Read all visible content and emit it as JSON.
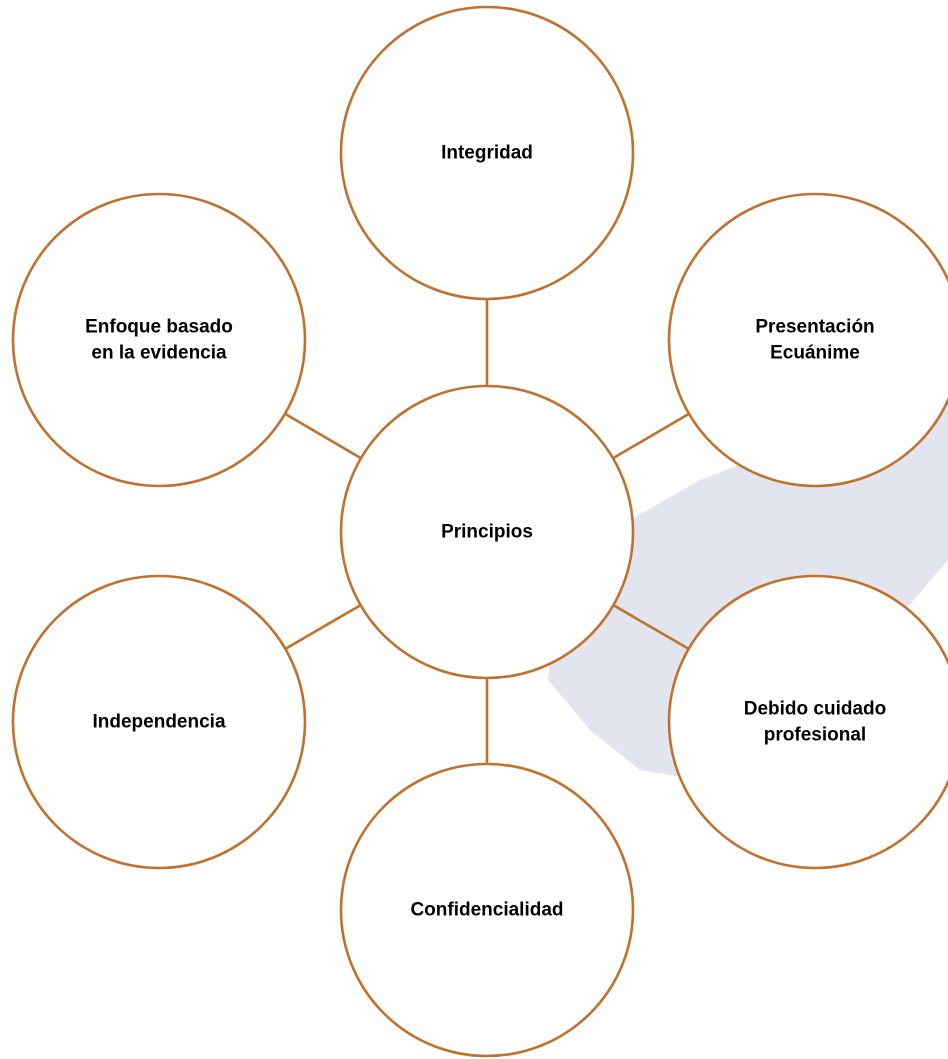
{
  "colors": {
    "outline": "#c0712e",
    "watermark": "#e3e5ee",
    "text": "#000000"
  },
  "diagram": {
    "center": {
      "lines": [
        "Principios"
      ]
    },
    "nodes": [
      {
        "id": "integridad",
        "lines": [
          "Integridad"
        ]
      },
      {
        "id": "presentacion-ecuanime",
        "lines": [
          "Presentación",
          "Ecuánime"
        ]
      },
      {
        "id": "debido-cuidado-profesional",
        "lines": [
          "Debido cuidado",
          "profesional"
        ]
      },
      {
        "id": "confidencialidad",
        "lines": [
          "Confidencialidad"
        ]
      },
      {
        "id": "independencia",
        "lines": [
          "Independencia"
        ]
      },
      {
        "id": "enfoque-basado-en-la-evidencia",
        "lines": [
          "Enfoque basado",
          "en la evidencia"
        ]
      }
    ]
  }
}
